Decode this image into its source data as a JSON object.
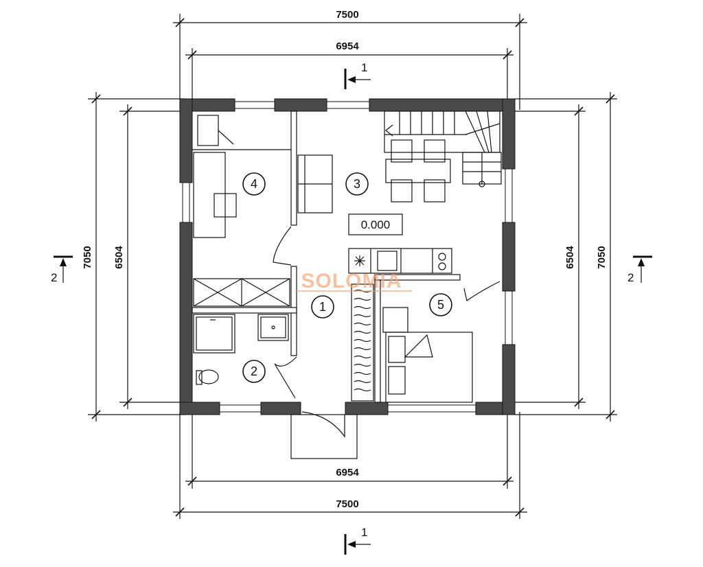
{
  "dimensions": {
    "top_outer": "7500",
    "top_inner": "6954",
    "bottom_inner": "6954",
    "bottom_outer": "7500",
    "left_outer": "7050",
    "left_inner": "6504",
    "right_inner": "6504",
    "right_outer": "7050"
  },
  "section_marks": {
    "top": "1",
    "bottom": "1",
    "left": "2",
    "right": "2"
  },
  "rooms": [
    "1",
    "2",
    "3",
    "4",
    "5"
  ],
  "level_label": "0.000",
  "logo": "SOLOMIA",
  "colors": {
    "wall": "#4a4a4a",
    "line": "#111111",
    "logo": "#f0a070"
  }
}
